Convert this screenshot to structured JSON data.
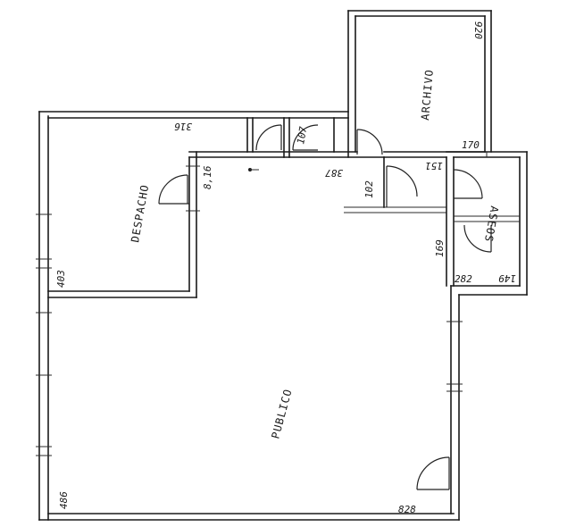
{
  "rooms": {
    "publico": "PUBLICO",
    "despacho": "DESPACHO",
    "archivo": "ARCHIVO",
    "aseos": "ASEOS"
  },
  "dimensions": {
    "publico_bottom": "828",
    "publico_left": "486",
    "despacho_top": "316",
    "despacho_left": "403",
    "despacho_right": "8,16",
    "archivo_right": "920",
    "archivo_bottom": "170",
    "corridor_a": "107",
    "corridor_b": "387",
    "corridor_c": "102",
    "corridor_d": "151",
    "aseos_left": "169",
    "aseos_bottom_left": "282",
    "aseos_bottom": "149"
  }
}
